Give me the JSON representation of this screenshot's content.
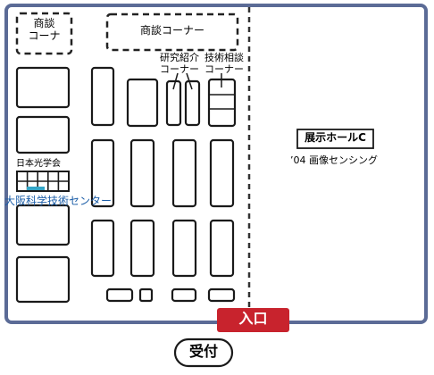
{
  "labels": {
    "shodan_small": "商談\nコーナ",
    "shodan_top": "商談コーナー",
    "kenkyu": "研究紹介\nコーナー",
    "gijutsu": "技術相談\nコーナー",
    "nihon_kogaku": "日本光学会",
    "osaka": "大阪科学技術センター",
    "hall": "展示ホールC",
    "sensing": "’04 画像センシング",
    "entrance": "入口",
    "reception": "受付"
  },
  "colors": {
    "hall_border": "#5b6b96",
    "entrance_bg": "#c8232d",
    "entrance_text": "#ffffff",
    "highlight_text": "#1c5ea8",
    "highlight_bar": "#33a6c8"
  }
}
